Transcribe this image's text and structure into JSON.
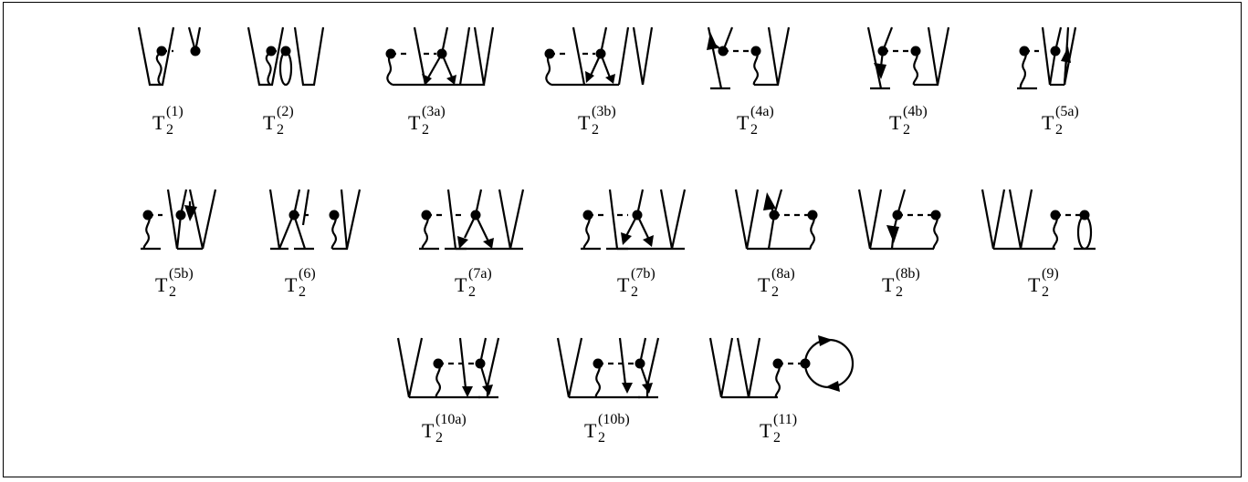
{
  "diagrams": [
    {
      "id": "1",
      "base": "T",
      "sub": "2",
      "sup": "(1)"
    },
    {
      "id": "2",
      "base": "T",
      "sub": "2",
      "sup": "(2)"
    },
    {
      "id": "3a",
      "base": "T",
      "sub": "2",
      "sup": "(3a)"
    },
    {
      "id": "3b",
      "base": "T",
      "sub": "2",
      "sup": "(3b)"
    },
    {
      "id": "4a",
      "base": "T",
      "sub": "2",
      "sup": "(4a)"
    },
    {
      "id": "4b",
      "base": "T",
      "sub": "2",
      "sup": "(4b)"
    },
    {
      "id": "5a",
      "base": "T",
      "sub": "2",
      "sup": "(5a)"
    },
    {
      "id": "5b",
      "base": "T",
      "sub": "2",
      "sup": "(5b)"
    },
    {
      "id": "6",
      "base": "T",
      "sub": "2",
      "sup": "(6)"
    },
    {
      "id": "7a",
      "base": "T",
      "sub": "2",
      "sup": "(7a)"
    },
    {
      "id": "7b",
      "base": "T",
      "sub": "2",
      "sup": "(7b)"
    },
    {
      "id": "8a",
      "base": "T",
      "sub": "2",
      "sup": "(8a)"
    },
    {
      "id": "8b",
      "base": "T",
      "sub": "2",
      "sup": "(8b)"
    },
    {
      "id": "9",
      "base": "T",
      "sub": "2",
      "sup": "(9)"
    },
    {
      "id": "10a",
      "base": "T",
      "sub": "2",
      "sup": "(10a)"
    },
    {
      "id": "10b",
      "base": "T",
      "sub": "2",
      "sup": "(10b)"
    },
    {
      "id": "11",
      "base": "T",
      "sub": "2",
      "sup": "(11)"
    }
  ]
}
